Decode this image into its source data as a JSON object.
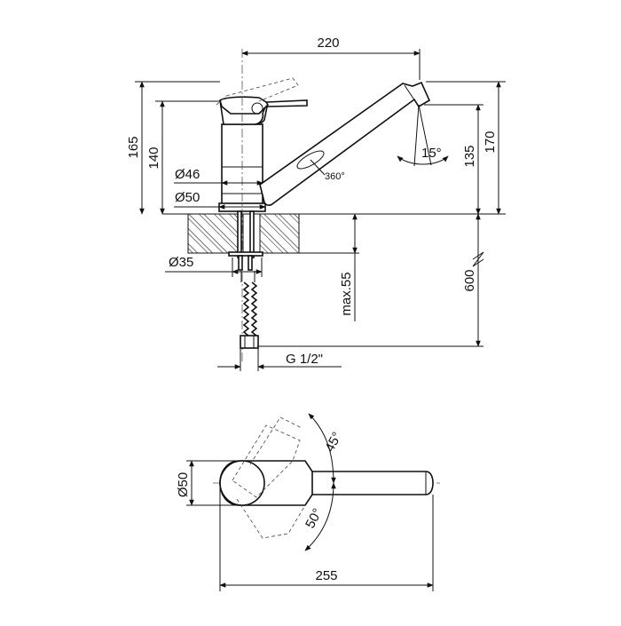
{
  "diagram": {
    "side_view": {
      "dims": {
        "spout_reach": "220",
        "total_height": "165",
        "body_height": "140",
        "spout_height_outer": "170",
        "spout_height_inner": "135",
        "swivel_angle": "360°",
        "spout_tilt_angle": "15°",
        "body_diameter_upper": "Ø46",
        "body_diameter_base": "Ø50",
        "mount_hole_diameter": "Ø35",
        "max_counter_thickness": "max.55",
        "hose_length": "600",
        "connection_thread": "G 1/2\""
      }
    },
    "top_view": {
      "dims": {
        "base_diameter": "Ø50",
        "lever_angle_up": "45°",
        "lever_angle_down": "50°",
        "total_length": "255"
      }
    }
  }
}
